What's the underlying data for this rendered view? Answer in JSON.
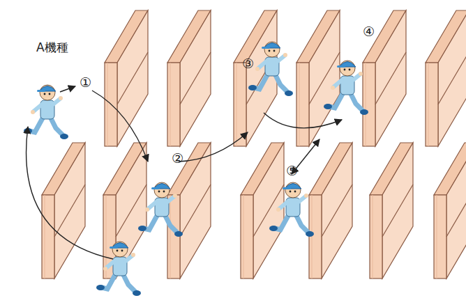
{
  "diagram": {
    "labels": [
      "A機種",
      "①",
      "②",
      "③",
      "④",
      "⑤"
    ]
  }
}
